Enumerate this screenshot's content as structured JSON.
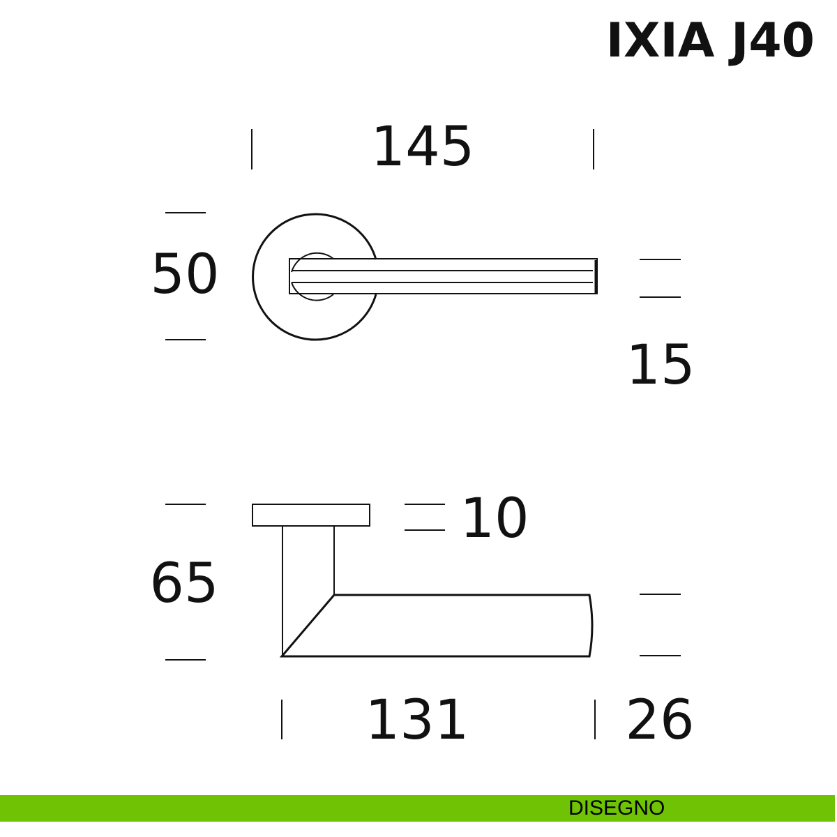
{
  "title": "IXIA J40",
  "dimensions": {
    "overall_length": "145",
    "rose_diameter": "50",
    "lever_width": "15",
    "rose_thickness": "10",
    "projection": "65",
    "lever_length": "131",
    "lever_height": "26"
  },
  "footer": {
    "label": "DISEGNO",
    "color": "#6fc304"
  }
}
